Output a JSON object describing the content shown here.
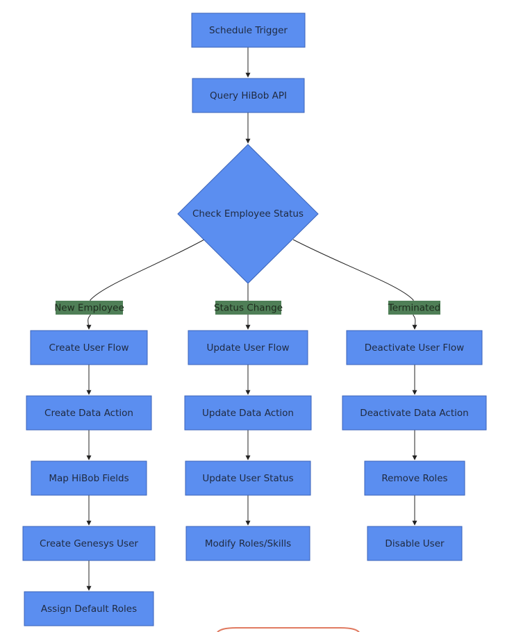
{
  "nodes": {
    "schedule_trigger": "Schedule Trigger",
    "query_hibob_api": "Query HiBob API",
    "check_employee_status": "Check Employee Status",
    "create_user_flow": "Create User Flow",
    "create_data_action": "Create Data Action",
    "map_hibob_fields": "Map HiBob Fields",
    "create_genesys_user": "Create Genesys User",
    "assign_default_roles": "Assign Default Roles",
    "update_user_flow": "Update User Flow",
    "update_data_action": "Update Data Action",
    "update_user_status": "Update User Status",
    "modify_roles_skills": "Modify Roles/Skills",
    "deactivate_user_flow": "Deactivate User Flow",
    "deactivate_data_action": "Deactivate Data Action",
    "remove_roles": "Remove Roles",
    "disable_user": "Disable User"
  },
  "edge_labels": {
    "new_employee": "New Employee",
    "status_change": "Status Change",
    "terminated": "Terminated"
  },
  "colors": {
    "node_fill": "#5b8ef0",
    "node_stroke": "#3b63b8",
    "edge_label_bg": "#4f7f57",
    "partial_shape_stroke": "#e07a60"
  }
}
